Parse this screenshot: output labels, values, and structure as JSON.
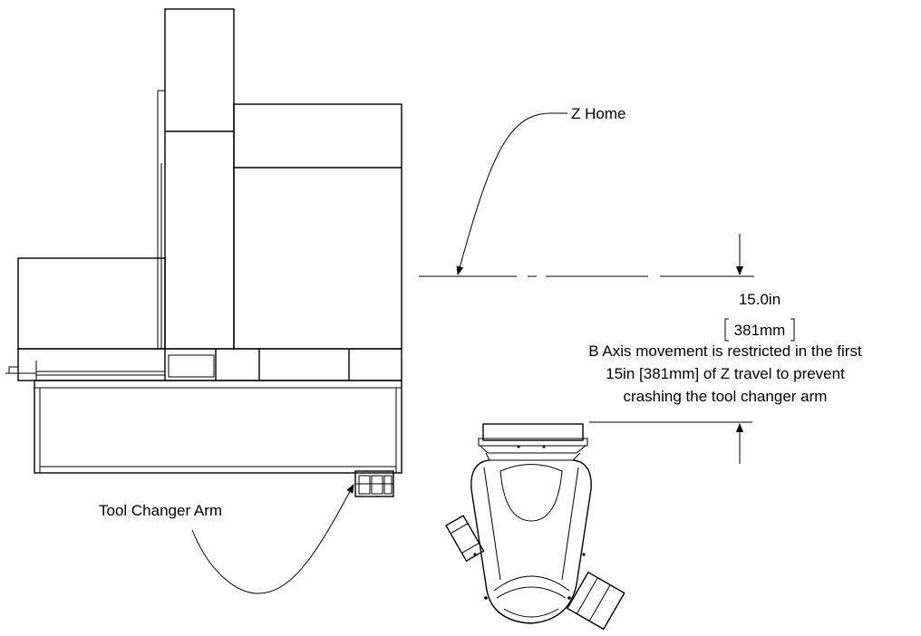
{
  "labels": {
    "z_home": "Z Home",
    "tool_changer_arm": "Tool Changer Arm",
    "dimension_in": "15.0in",
    "dimension_mm": "381mm",
    "note_line1": "B Axis movement is restricted in the first",
    "note_line2": "15in [381mm] of Z travel to prevent",
    "note_line3": "crashing the tool changer arm"
  },
  "colors": {
    "line": "#000000",
    "background": "#ffffff"
  }
}
